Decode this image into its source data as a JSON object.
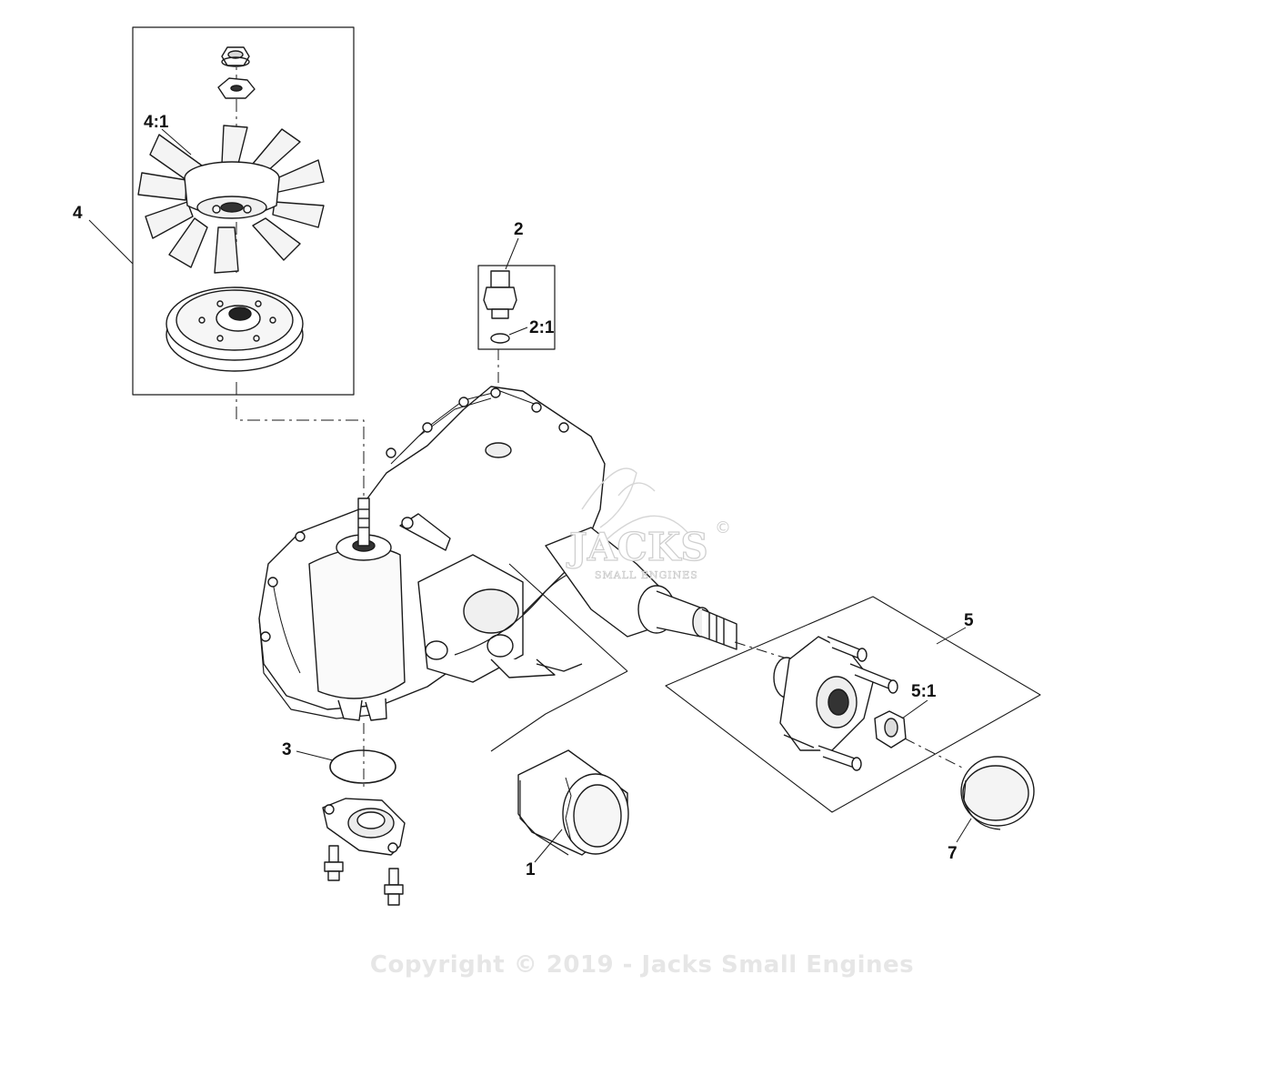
{
  "diagram": {
    "callouts": [
      {
        "id": "4",
        "label": "4"
      },
      {
        "id": "4-1",
        "label": "4:1"
      },
      {
        "id": "2",
        "label": "2"
      },
      {
        "id": "2-1",
        "label": "2:1"
      },
      {
        "id": "5",
        "label": "5"
      },
      {
        "id": "5-1",
        "label": "5:1"
      },
      {
        "id": "3",
        "label": "3"
      },
      {
        "id": "1",
        "label": "1"
      },
      {
        "id": "7",
        "label": "7"
      }
    ],
    "watermark": {
      "name": "JACKS",
      "symbol": "©",
      "subtitle": "SMALL ENGINES"
    },
    "copyright": "Copyright © 2019 - Jacks Small Engines"
  },
  "colors": {
    "line": "#1a1a1a",
    "fill": "#ffffff",
    "shade": "#d9d9d9",
    "watermark": "#e6e6e6"
  }
}
